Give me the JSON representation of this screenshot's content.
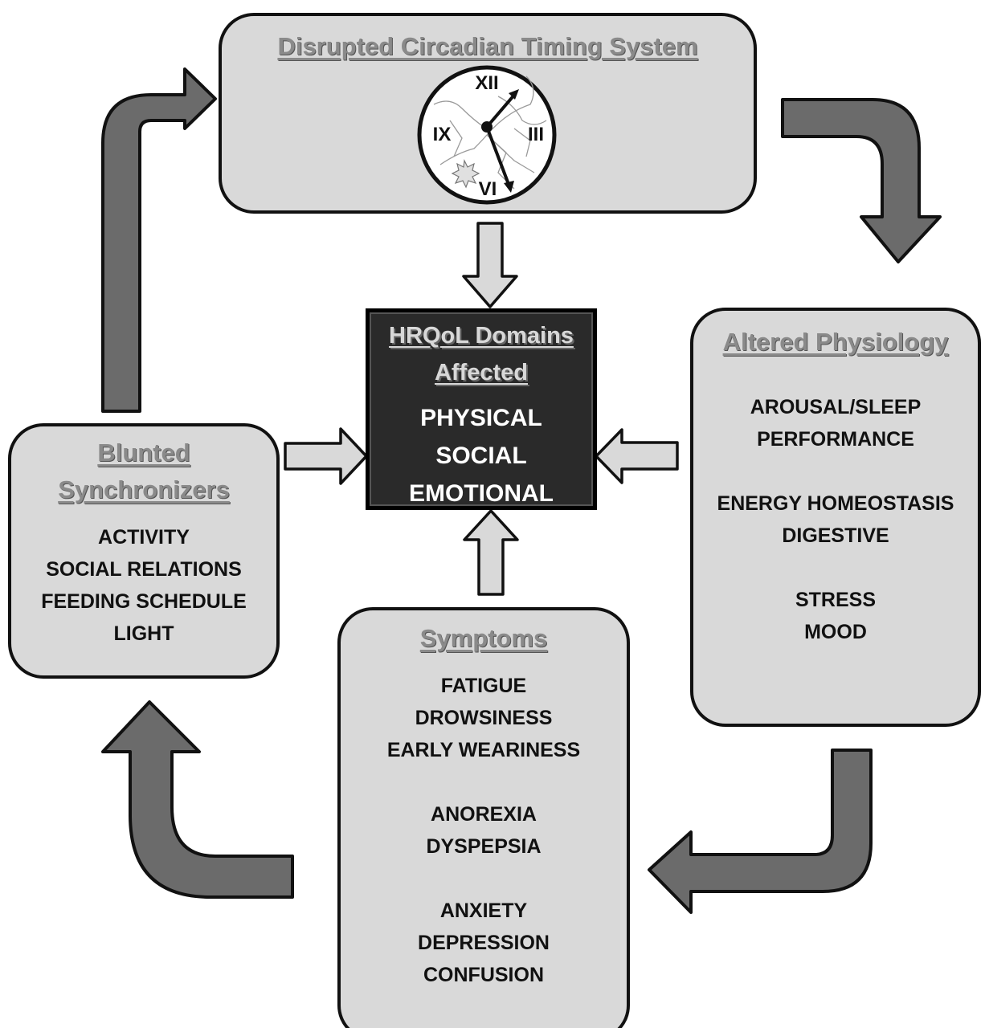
{
  "colors": {
    "box_fill": "#d9d9d9",
    "outline": "#111111",
    "center_fill": "#2a2a2a",
    "dark_arrow": "#6b6b6b",
    "light_arrow": "#d9d9d9",
    "title_text": "#8a8a8a"
  },
  "top_box": {
    "title": "Disrupted Circadian Timing System",
    "clock": {
      "xii": "XII",
      "iii": "III",
      "vi": "VI",
      "ix": "IX"
    }
  },
  "center_box": {
    "title_line1": "HRQoL Domains",
    "title_line2": "Affected",
    "items": [
      "PHYSICAL",
      "SOCIAL",
      "EMOTIONAL"
    ]
  },
  "left_box": {
    "title_line1": "Blunted",
    "title_line2": "Synchronizers",
    "items": [
      "ACTIVITY",
      "SOCIAL RELATIONS",
      "FEEDING SCHEDULE",
      "LIGHT"
    ]
  },
  "right_box": {
    "title": "Altered Physiology",
    "groups": [
      [
        "AROUSAL/SLEEP",
        "PERFORMANCE"
      ],
      [
        "ENERGY HOMEOSTASIS",
        "DIGESTIVE"
      ],
      [
        "STRESS",
        "MOOD"
      ]
    ]
  },
  "bottom_box": {
    "title": "Symptoms",
    "groups": [
      [
        "FATIGUE",
        "DROWSINESS",
        "EARLY WEARINESS"
      ],
      [
        "ANOREXIA",
        "DYSPEPSIA"
      ],
      [
        "ANXIETY",
        "DEPRESSION",
        "CONFUSION"
      ]
    ]
  }
}
